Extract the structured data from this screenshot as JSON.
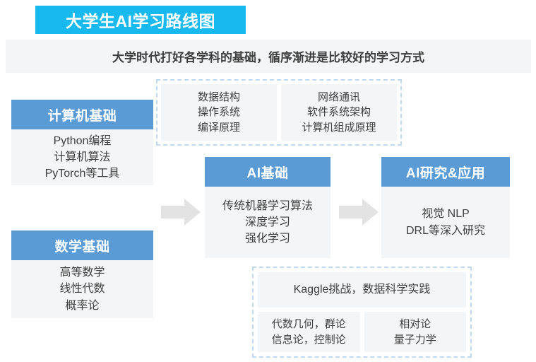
{
  "header": {
    "title": "大学生AI学习路线图",
    "subtitle": "大学时代打好各学科的基础，循序渐进是比较好的学习方式",
    "title_bg": "#18b9ef",
    "subtitle_bg": "#f4f5f6"
  },
  "theme": {
    "card_header_blue": "#5b9bd5",
    "panel_gray": "#f4f5f6",
    "dashed_blue": "#bfd9f0",
    "arrow_gray": "#e3e3e3",
    "text_dark": "#3f3f3f"
  },
  "foundation_group": {
    "panels": [
      {
        "lines": [
          "数据结构",
          "操作系统",
          "编译原理"
        ]
      },
      {
        "lines": [
          "网络通讯",
          "软件系统架构",
          "计算机组成原理"
        ]
      }
    ]
  },
  "cards": [
    {
      "id": "computer-basics",
      "header": "计算机基础",
      "lines": [
        "Python编程",
        "计算机算法",
        "PyTorch等工具"
      ]
    },
    {
      "id": "math-basics",
      "header": "数学基础",
      "lines": [
        "高等数学",
        "线性代数",
        "概率论"
      ]
    },
    {
      "id": "ai-basics",
      "header": "AI基础",
      "lines": [
        "传统机器学习算法",
        "深度学习",
        "强化学习"
      ]
    },
    {
      "id": "ai-research",
      "header": "AI研究&应用",
      "lines": [
        "视觉  NLP",
        "DRL等深入研究"
      ]
    }
  ],
  "practice_group": {
    "top_panel": {
      "lines": [
        "Kaggle挑战，数据科学实践"
      ]
    },
    "bottom_panels": [
      {
        "lines": [
          "代数几何，群论",
          "信息论，控制论"
        ]
      },
      {
        "lines": [
          "相对论",
          "量子力学"
        ]
      }
    ]
  },
  "arrows": [
    {
      "id": "arrow-basics-to-ai",
      "direction": "right"
    },
    {
      "id": "arrow-ai-to-research",
      "direction": "right"
    }
  ]
}
